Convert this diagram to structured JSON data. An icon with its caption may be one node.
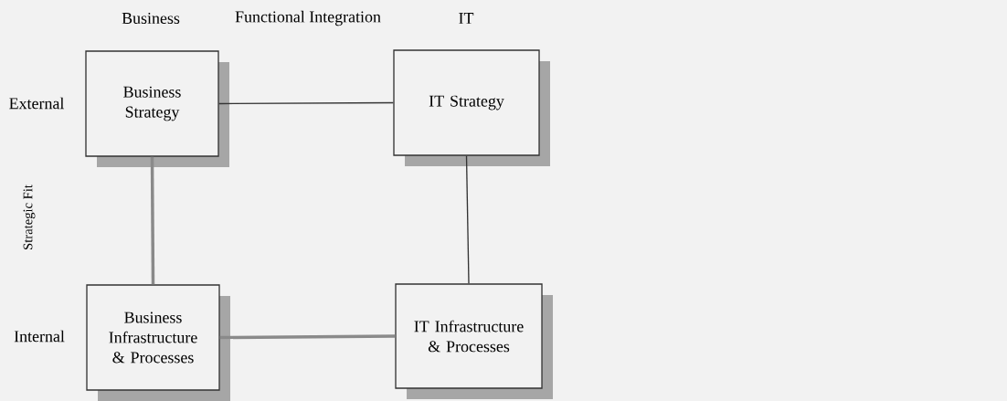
{
  "diagram": {
    "nodes": [
      {
        "text": [
          "Business Strategy"
        ]
      },
      {
        "text": [
          "IT Strategy"
        ]
      },
      {
        "text": [
          "Business Infrastructure & Processes"
        ]
      },
      {
        "text": [
          "IT Infrastructure & Processes"
        ]
      }
    ],
    "edges": [
      {
        "from": 0,
        "to": 1,
        "arrow": "none"
      },
      {
        "from": 0,
        "to": 2,
        "arrow": "none",
        "style": "thick",
        "color": "#8a8a8a"
      },
      {
        "from": 1,
        "to": 3,
        "arrow": "none"
      },
      {
        "from": 2,
        "to": 3,
        "arrow": "none",
        "style": "thick",
        "color": "#8a8a8a"
      }
    ],
    "labels": [
      "Business",
      "Functional Integration",
      "IT",
      "External",
      "Strategic Fit",
      "Internal"
    ]
  }
}
